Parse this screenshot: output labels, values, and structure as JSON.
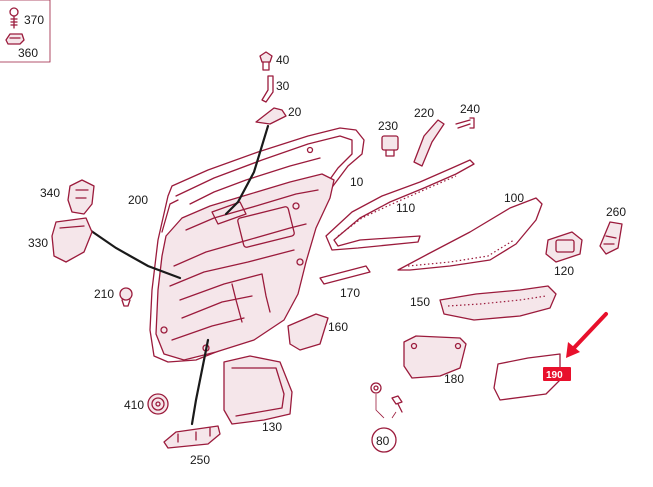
{
  "callouts": {
    "c10": "10",
    "c20": "20",
    "c30": "30",
    "c40": "40",
    "c80": "80",
    "c100": "100",
    "c110": "110",
    "c120": "120",
    "c130": "130",
    "c150": "150",
    "c160": "160",
    "c170": "170",
    "c180": "180",
    "c190": "190",
    "c200": "200",
    "c210": "210",
    "c220": "220",
    "c230": "230",
    "c240": "240",
    "c250": "250",
    "c260": "260",
    "c330": "330",
    "c340": "340",
    "c360": "360",
    "c370": "370",
    "c410": "410"
  },
  "colors": {
    "line_art": "#9b1b3c",
    "leader": "#1a1a1a",
    "highlight": "#e8102c",
    "background": "#ffffff"
  }
}
